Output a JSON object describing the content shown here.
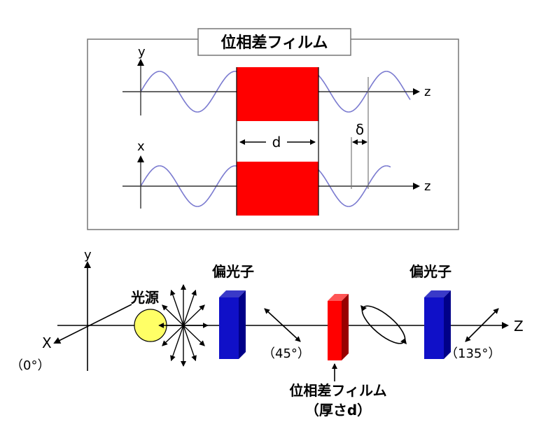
{
  "top_panel": {
    "title": "位相差フィルム",
    "axis_y": "y",
    "axis_x": "x",
    "axis_z_upper": "z",
    "axis_z_lower": "z",
    "thickness_label": "d",
    "phase_label": "δ"
  },
  "bottom_panel": {
    "axis_y": "y",
    "axis_x": "X",
    "axis_x_angle": "（0°）",
    "axis_z": "Z",
    "light_source_label": "光源",
    "polarizer_1_label": "偏光子",
    "polarizer_1_angle": "（45°）",
    "film_label_line1": "位相差フィルム",
    "film_label_line2": "（厚さd）",
    "polarizer_2_label": "偏光子",
    "polarizer_2_angle": "（135°）"
  },
  "colors": {
    "film": "#ff0000",
    "wave": "#7b7bd0",
    "polarizer": "#1010c8",
    "light_source": "#ffff66",
    "frame": "#777777"
  }
}
